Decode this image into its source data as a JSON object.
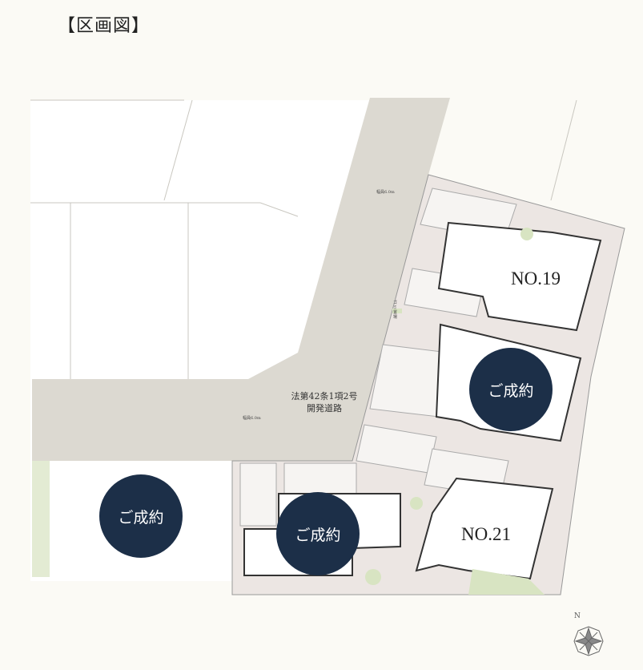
{
  "title": "【区画図】",
  "road": {
    "line1": "法第42条1項2号",
    "line2": "開発道路",
    "width_label_top": "幅員6.0m",
    "width_label_left": "幅員6.0m"
  },
  "garbage_label": "ゴミ置場",
  "lots": [
    {
      "label": "NO.19"
    },
    {
      "label": "NO.21"
    }
  ],
  "sold_badges": [
    {
      "label": "ご成約"
    },
    {
      "label": "ご成約"
    },
    {
      "label": "ご成約"
    }
  ],
  "compass": {
    "label": "N"
  },
  "colors": {
    "badge": "#1c2f48",
    "road": "#dcd9d1",
    "lot_area": "#ece6e3",
    "background": "#fbfaf5"
  }
}
